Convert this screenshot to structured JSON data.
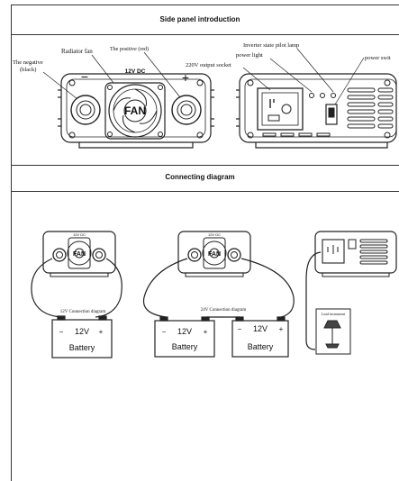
{
  "side_panel": {
    "title": "Side panel introduction",
    "labels": {
      "negative_line1": "The negative",
      "negative_line2": "(black)",
      "radiator_fan": "Radiator fan",
      "positive": "The positive (red)",
      "inverter_lamp": "Inverter state pilot lamp",
      "power_light": "power light",
      "output_socket": "220V output socket",
      "power_switch": "power swit"
    },
    "panel_text": {
      "voltage": "12V DC",
      "fan": "FAN",
      "minus": "−",
      "plus": "+"
    }
  },
  "connecting": {
    "title": "Connecting diagram",
    "conn12_label": "12V Connection diagram",
    "conn24_label": "24V Connection diagram",
    "battery_voltage": "12V",
    "battery_label": "Battery",
    "small_fan": "FAN",
    "small_voltage": "12V DC",
    "load_label": "Load instrument"
  }
}
